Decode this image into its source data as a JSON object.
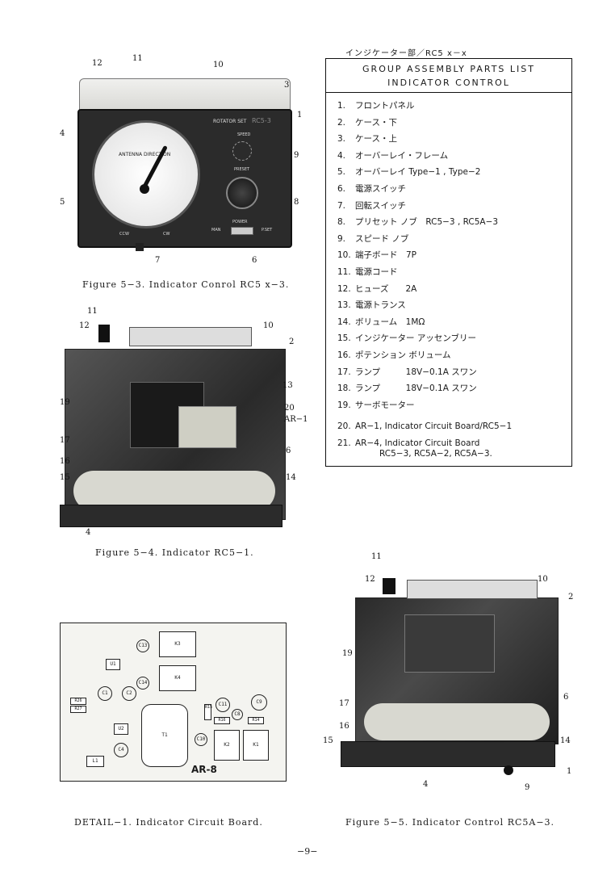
{
  "header_note": "インジケーター部／RC5 x－x",
  "parts_list": {
    "title1": "GROUP ASSEMBLY PARTS LIST",
    "title2": "INDICATOR CONTROL",
    "items": [
      {
        "n": "1.",
        "t": "フロントパネル"
      },
      {
        "n": "2.",
        "t": "ケース・下"
      },
      {
        "n": "3.",
        "t": "ケース・上"
      },
      {
        "n": "4.",
        "t": "オーバーレイ・フレーム"
      },
      {
        "n": "5.",
        "t": "オーバーレイ Type−1 , Type−2"
      },
      {
        "n": "6.",
        "t": "電源スイッチ"
      },
      {
        "n": "7.",
        "t": "回転スイッチ"
      },
      {
        "n": "8.",
        "t": "プリセット ノブ　RC5−3 , RC5A−3"
      },
      {
        "n": "9.",
        "t": "スピード ノブ"
      },
      {
        "n": "10.",
        "t": "端子ボード　7P"
      },
      {
        "n": "11.",
        "t": "電源コード"
      },
      {
        "n": "12.",
        "t": "ヒューズ　　2A"
      },
      {
        "n": "13.",
        "t": "電源トランス"
      },
      {
        "n": "14.",
        "t": "ボリューム　1MΩ"
      },
      {
        "n": "15.",
        "t": "インジケーター アッセンブリー"
      },
      {
        "n": "16.",
        "t": "ポテンション ボリューム"
      },
      {
        "n": "17.",
        "t": "ランプ　　　18V−0.1A スワン"
      },
      {
        "n": "18.",
        "t": "ランプ　　　18V−0.1A スワン"
      },
      {
        "n": "19.",
        "t": "サーボモーター"
      },
      {
        "n": "20.",
        "t": "AR−1, Indicator Circuit Board/RC5−1"
      }
    ],
    "item21_n": "21.",
    "item21_line1": "AR−4, Indicator Circuit Board",
    "item21_line2": "RC5−3, RC5A−2, RC5A−3."
  },
  "fig3": {
    "caption": "Figure 5−3. Indicator Conrol RC5 x−3.",
    "panel_label": "ROTATOR SET",
    "model_label": "RC5-3",
    "dial_label": "ANTENNA DIRECTION",
    "speed_label": "SPEED",
    "preset_label": "PRESET",
    "power_label": "POWER",
    "man_label": "MAN",
    "pset_label": "P.SET",
    "ccw_label": "CCW",
    "cw_label": "CW",
    "callouts": [
      "12",
      "11",
      "10",
      "3",
      "1",
      "4",
      "9",
      "5",
      "8",
      "7",
      "6"
    ]
  },
  "fig4": {
    "caption": "Figure 5−4. Indicator RC5−1.",
    "callouts": [
      "11",
      "12",
      "10",
      "2",
      "13",
      "19",
      "20",
      "AR−1",
      "17",
      "16",
      "6",
      "15",
      "14",
      "4"
    ]
  },
  "fig5": {
    "caption": "Figure 5−5. Indicator Control RC5A−3.",
    "callouts": [
      "11",
      "12",
      "10",
      "2",
      "19",
      "6",
      "17",
      "16",
      "15",
      "14",
      "1",
      "4",
      "9"
    ]
  },
  "detail": {
    "caption": "DETAIL−1. Indicator Circuit Board.",
    "board_label": "AR-8",
    "parts": [
      "K3",
      "K4",
      "C13",
      "C14",
      "C1",
      "C2",
      "C11",
      "C8",
      "C9",
      "C10",
      "C4",
      "T1",
      "K2",
      "K1",
      "U1",
      "U2",
      "L1",
      "R14",
      "R15",
      "R16",
      "R26",
      "R27"
    ]
  },
  "page_number": "−9−"
}
